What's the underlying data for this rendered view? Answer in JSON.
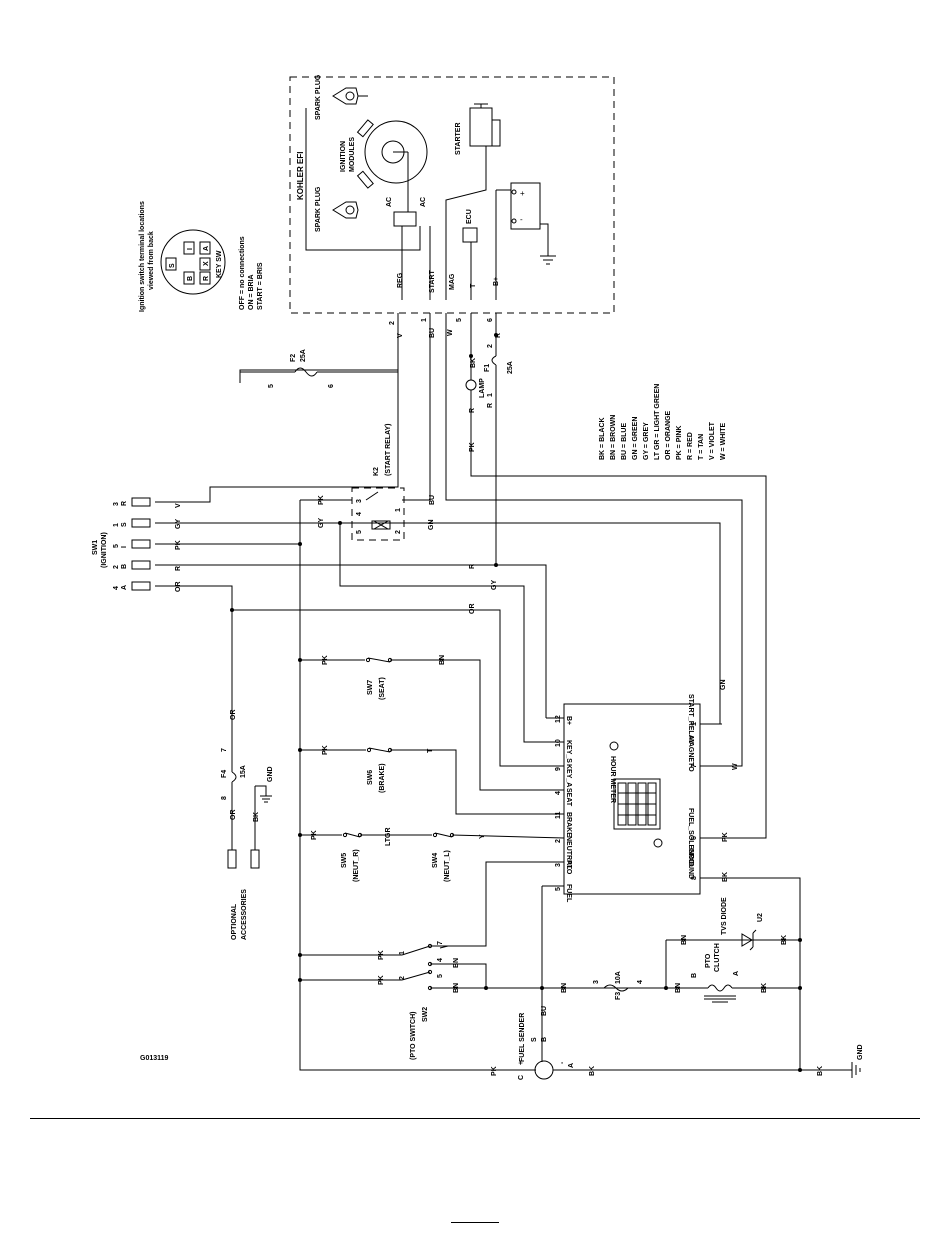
{
  "figure_id": "G013119",
  "engine": {
    "box_title": "KOHLER EFI",
    "spark_plug_top": "SPARK PLUG",
    "spark_plug_bottom": "SPARK PLUG",
    "ignition_modules_1": "IGNITION",
    "ignition_modules_2": "MODULES",
    "ac_1": "AC",
    "ac_2": "AC",
    "starter": "STARTER",
    "ecu": "ECU",
    "batt_plus": "+",
    "batt_minus": "-",
    "term_reg": "REG",
    "term_start": "START",
    "term_mag": "MAG",
    "term_t": "T",
    "term_bplus": "B+"
  },
  "key_switch": {
    "title_1": "Ignition switch terminal locations",
    "title_2": "viewed from back",
    "pos_s": "S",
    "pos_i": "I",
    "pos_a": "A",
    "pos_b": "B",
    "pos_r": "R",
    "pos_x": "X",
    "caption": "KEY SW",
    "legend_1": "OFF  = no connections",
    "legend_2": "ON   = BRIA",
    "legend_3": "START = BRIS"
  },
  "sw1": {
    "name_1": "SW1",
    "name_2": "(IGNITION)",
    "pins": [
      {
        "num": "3",
        "letter": "R",
        "wire": "V"
      },
      {
        "num": "1",
        "letter": "S",
        "wire": "GY"
      },
      {
        "num": "5",
        "letter": "I",
        "wire": "PK"
      },
      {
        "num": "2",
        "letter": "B",
        "wire": "R"
      },
      {
        "num": "4",
        "letter": "A",
        "wire": "OR"
      }
    ]
  },
  "fuses": {
    "f2_name": "F2",
    "f2_rating": "25A",
    "f2_n1": "5",
    "f2_n2": "6",
    "f1_name": "F1",
    "f1_rating": "25A",
    "f1_n1": "1",
    "f1_n2": "2",
    "f3_name": "F3",
    "f3_rating": "10A",
    "f3_n1": "3",
    "f3_n2": "4",
    "f4_name": "F4",
    "f4_rating": "15A",
    "f4_n1": "8",
    "f4_n2": "7"
  },
  "k2": {
    "name_1": "K2",
    "name_2": "(START RELAY)",
    "pins": [
      "3",
      "4",
      "5",
      "1",
      "2"
    ]
  },
  "lamp": {
    "label": "LAMP"
  },
  "wire_labels": {
    "v": "V",
    "v_num": "2",
    "bu": "BU",
    "bu_num": "1",
    "w": "W",
    "w_num": "5",
    "r": "R",
    "r_num": "6",
    "bk": "BK",
    "pk": "PK",
    "gy": "GY",
    "gn": "GN",
    "or": "OR",
    "bn": "BN",
    "t": "T",
    "ltgr": "LTGR",
    "y": "Y"
  },
  "color_legend": [
    "BK = BLACK",
    "BN = BROWN",
    "BU = BLUE",
    "GN = GREEN",
    "GY = GREY",
    "LT GR = LIGHT GREEN",
    "OR = ORANGE",
    "PK = PINK",
    "R = RED",
    "T = TAN",
    "V = VIOLET",
    "W = WHITE"
  ],
  "hour_meter": {
    "title": "HOUR METER",
    "left_pins": [
      {
        "num": "12",
        "label": "B+"
      },
      {
        "num": "10",
        "label": "KEY_S"
      },
      {
        "num": "9",
        "label": "KEY_A"
      },
      {
        "num": "4",
        "label": "SEAT"
      },
      {
        "num": "11",
        "label": "BRAKE"
      },
      {
        "num": "2",
        "label": "NEUTRAL"
      },
      {
        "num": "3",
        "label": "PTO"
      },
      {
        "num": "5",
        "label": "FUEL"
      }
    ],
    "right_pins": [
      {
        "num": "1",
        "label": "START_RELAY"
      },
      {
        "num": "7",
        "label": "MAGNETO"
      },
      {
        "num": "6",
        "label": "FUEL_SOLENOID"
      },
      {
        "num": "8",
        "label": "GROUND"
      }
    ]
  },
  "switches": {
    "sw7_1": "SW7",
    "sw7_2": "(SEAT)",
    "sw6_1": "SW6",
    "sw6_2": "(BRAKE)",
    "sw5_1": "SW5",
    "sw5_2": "(NEUT_R)",
    "sw4_1": "SW4",
    "sw4_2": "(NEUT_L)",
    "sw2_1": "SW2",
    "sw2_2": "(PTO SWITCH)",
    "sw2_pins": [
      "1",
      "7",
      "2",
      "4",
      "5"
    ]
  },
  "accessories": {
    "label_1": "OPTIONAL",
    "label_2": "ACCESSORIES"
  },
  "gnd": "GND",
  "fuel_sender": {
    "label": "FUEL SENDER",
    "s": "S",
    "b": "B",
    "c": "C",
    "a": "A",
    "plus": "+",
    "minus": "-"
  },
  "pto_clutch": {
    "label_1": "PTO",
    "label_2": "CLUTCH",
    "b": "B",
    "a": "A"
  },
  "diode": {
    "label": "TVS DIODE",
    "name": "U2"
  }
}
